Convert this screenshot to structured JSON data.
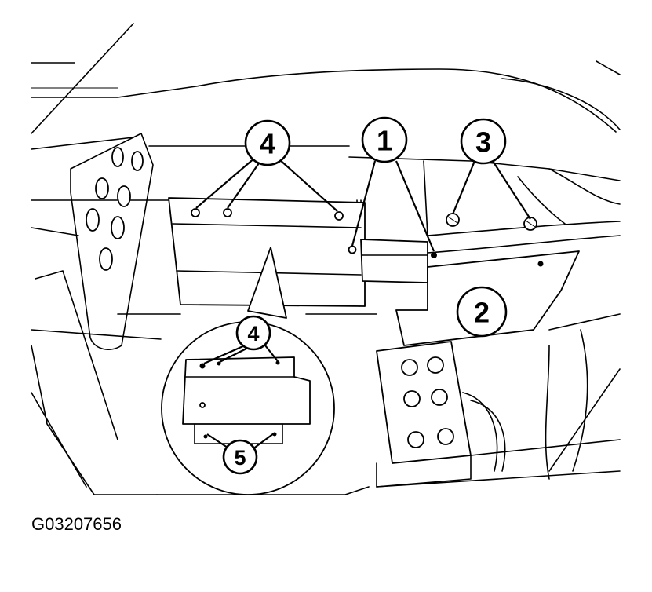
{
  "figure_id": "G03207656",
  "callouts": {
    "c1": "1",
    "c2": "2",
    "c3": "3",
    "c4": "4",
    "c4_detail": "4",
    "c5_detail": "5"
  }
}
